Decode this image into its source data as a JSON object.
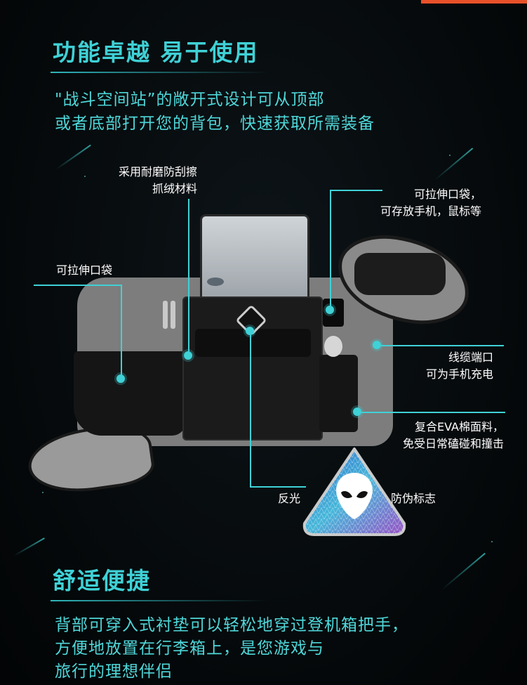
{
  "section1": {
    "title": "功能卓越  易于使用",
    "lead_lines": [
      "\"战斗空间站”的敞开式设计可从顶部",
      "或者底部打开您的背包，快速获取所需装备"
    ]
  },
  "callouts": {
    "material": [
      "采用耐磨防刮擦",
      "抓绒材料"
    ],
    "phone_pocket": [
      "可拉伸口袋，",
      "可存放手机，鼠标等"
    ],
    "stretch_pocket": "可拉伸口袋",
    "cable_port": [
      "线缆端口",
      "可为手机充电"
    ],
    "eva": [
      "复合EVA棉面料，",
      "免受日常磕碰和撞击"
    ],
    "reflective": "反光",
    "anti_counterfeit": "防伪标志"
  },
  "section2": {
    "title": "舒适便捷",
    "lines": [
      "背部可穿入式衬垫可以轻松地穿过登机箱把手，",
      "方便地放置在行李箱上，是您游戏与",
      "旅行的理想伴侣"
    ]
  },
  "colors": {
    "accent": "#3fd1d6",
    "top_bar": "#e8512a",
    "background": "#060a0c"
  },
  "icons": [
    "alien-head-icon",
    "alien-badge-icon"
  ]
}
